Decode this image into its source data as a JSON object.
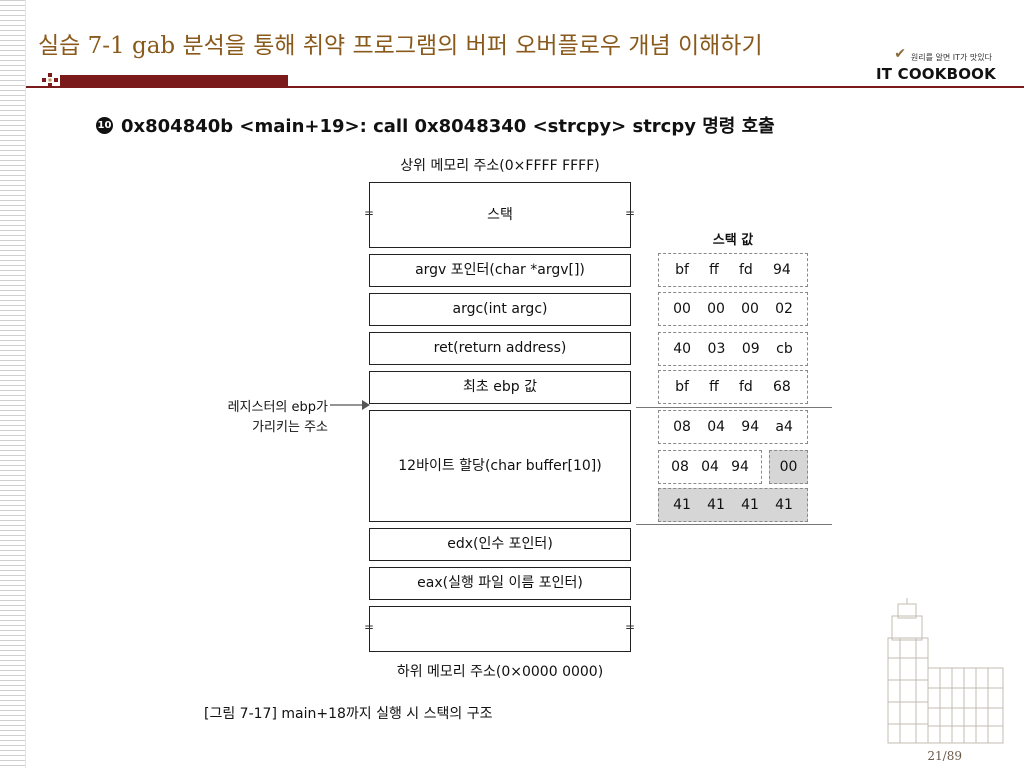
{
  "slide": {
    "title": "실습 7-1 gab 분석을 통해 취약 프로그램의 버퍼 오버플로우 개념 이해하기",
    "page_number": "21/89"
  },
  "logo": {
    "tagline": "원리를 알면 IT가 맛있다",
    "text": "IT COOKBOOK"
  },
  "instruction": {
    "number": "10",
    "text": "0x804840b <main+19>: call 0x8048340 <strcpy>   strcpy 명령 호출"
  },
  "diagram": {
    "top_label": "상위 메모리 주소(0×FFFF FFFF)",
    "bottom_label": "하위 메모리 주소(0×0000 0000)",
    "stack_boxes": [
      {
        "label": "스택"
      },
      {
        "label": "argv 포인터(char *argv[])"
      },
      {
        "label": "argc(int argc)"
      },
      {
        "label": "ret(return address)"
      },
      {
        "label": "최초 ebp 값"
      },
      {
        "label": "12바이트 할당\n(char buffer[10])"
      },
      {
        "label": "edx(인수 포인터)"
      },
      {
        "label": "eax(실행 파일 이름 포인터)"
      },
      {
        "label": ""
      }
    ],
    "values_title": "스택 값",
    "value_rows": [
      [
        "bf",
        "ff",
        "fd",
        "94"
      ],
      [
        "00",
        "00",
        "00",
        "02"
      ],
      [
        "40",
        "03",
        "09",
        "cb"
      ],
      [
        "bf",
        "ff",
        "fd",
        "68"
      ],
      [
        "08",
        "04",
        "94",
        "a4"
      ],
      [
        "08",
        "04",
        "94"
      ],
      [
        "00"
      ],
      [
        "41",
        "41",
        "41",
        "41"
      ]
    ],
    "ebp_label_line1": "레지스터의 ebp가",
    "ebp_label_line2": "가리키는 주소",
    "caption": "[그림 7-17] main+18까지 실행 시 스택의 구조"
  }
}
